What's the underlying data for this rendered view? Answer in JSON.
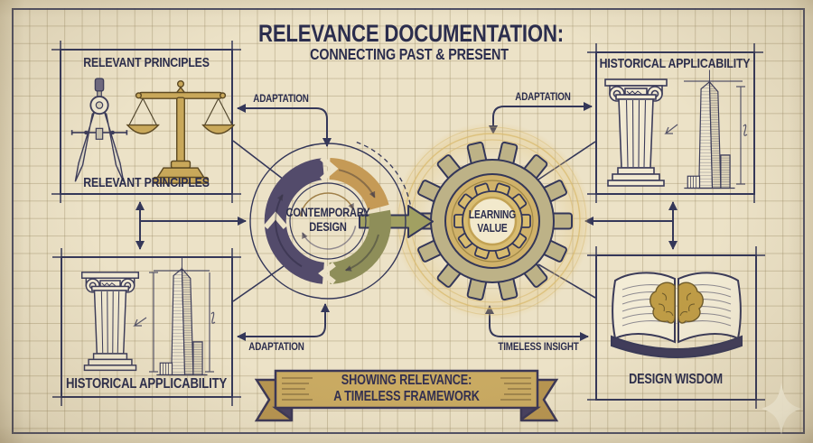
{
  "title": {
    "line1": "RELEVANCE DOCUMENTATION:",
    "line2": "CONNECTING PAST & PRESENT"
  },
  "boxes": {
    "top_left": {
      "top_label": "RELEVANT PRINCIPLES",
      "bottom_label": "RELEVANT PRINCIPLES",
      "icons": [
        "drafting-compass",
        "balance-scale"
      ]
    },
    "top_right": {
      "label": "HISTORICAL APPLICABILITY",
      "icons": [
        "ionic-column",
        "skyscraper"
      ]
    },
    "bottom_left": {
      "label": "HISTORICAL APPLICABILITY",
      "icons": [
        "ionic-column",
        "skyscraper"
      ]
    },
    "bottom_right": {
      "label": "DESIGN WISDOM",
      "icons": [
        "open-book",
        "brain"
      ]
    }
  },
  "center": {
    "cycle": {
      "line1": "CONTEMPORARY",
      "line2": "DESIGN",
      "segment_colors": [
        "#534b6b",
        "#c59a56",
        "#8e8e59"
      ]
    },
    "gear": {
      "line1": "LEARNING",
      "line2": "VALUE",
      "color": "#a89d6d"
    }
  },
  "connectors": {
    "top_left_label": "ADAPTATION",
    "top_right_label": "ADAPTATION",
    "bottom_left_label": "ADAPTATION",
    "bottom_right_label": "TIMELESS INSIGHT"
  },
  "banner": {
    "line1": "SHOWING RELEVANCE:",
    "line2": "A TIMELESS FRAMEWORK",
    "fill": "#c9aa62"
  },
  "colors": {
    "background": "#ece2c7",
    "grid": "#cfc3a0",
    "ink": "#343759",
    "slate": "#534b6b",
    "orange": "#c59a56",
    "olive": "#8e8e59",
    "gold": "#c9a84f",
    "banner_gold": "#c9aa62",
    "sparkle": "#f7f0dc"
  }
}
